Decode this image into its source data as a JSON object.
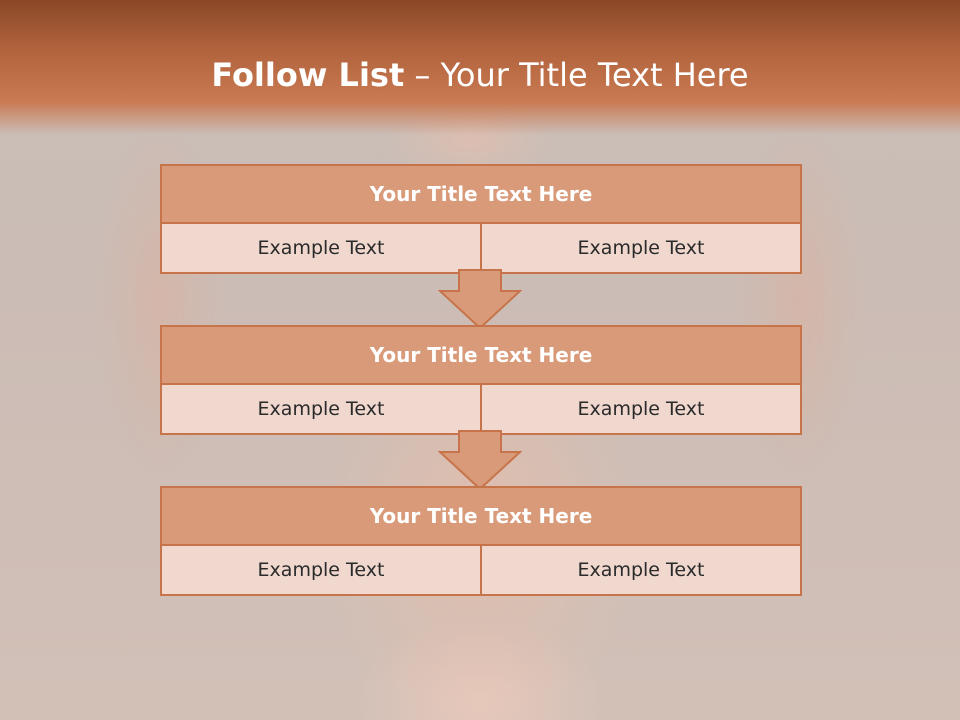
{
  "title": {
    "bold": "Follow List",
    "rest": " – Your Title Text Here"
  },
  "steps": [
    {
      "heading": "Your Title Text Here",
      "left": "Example Text",
      "right": "Example Text"
    },
    {
      "heading": "Your Title Text Here",
      "left": "Example Text",
      "right": "Example Text"
    },
    {
      "heading": "Your Title Text Here",
      "left": "Example Text",
      "right": "Example Text"
    }
  ],
  "colors": {
    "banner": "#b0623c",
    "box_header": "#d89a78",
    "box_body": "#f0d8cf",
    "border": "#c8744a"
  }
}
